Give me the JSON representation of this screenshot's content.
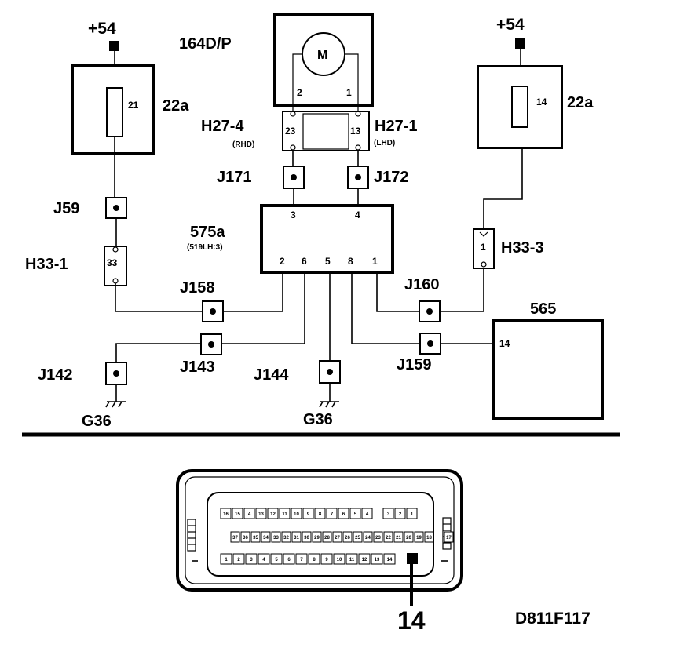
{
  "supply_left": "+54",
  "supply_right": "+54",
  "fusebox_left": {
    "name": "22a",
    "fuse": "21"
  },
  "fusebox_right": {
    "name": "22a",
    "fuse": "14"
  },
  "motor": {
    "name": "164D/P",
    "symbol": "M",
    "pin_left": "2",
    "pin_right": "1"
  },
  "h27_4": {
    "name": "H27-4",
    "note": "(RHD)",
    "cavity": "23"
  },
  "h27_1": {
    "name": "H27-1",
    "note": "(LHD)",
    "cavity": "13"
  },
  "j171": "J171",
  "j172": "J172",
  "j59": "J59",
  "h33_1": {
    "name": "H33-1",
    "cavity": "33"
  },
  "h33_3": {
    "name": "H33-3",
    "cavity": "1"
  },
  "module": {
    "name": "575a",
    "note": "(519LH:3)",
    "pins_top": [
      "3",
      "4"
    ],
    "pins_bottom": [
      "2",
      "6",
      "5",
      "8",
      "1"
    ]
  },
  "j158": "J158",
  "j160": "J160",
  "j143": "J143",
  "j142": "J142",
  "j144": "J144",
  "j159": "J159",
  "ground_left": "G36",
  "ground_center": "G36",
  "unit_565": {
    "name": "565",
    "pin": "14"
  },
  "connector": {
    "row1": [
      "16",
      "15",
      "4",
      "13",
      "12",
      "11",
      "10",
      "9",
      "8",
      "7",
      "6",
      "5",
      "4",
      "3",
      "2",
      "1"
    ],
    "row2": [
      "37",
      "36",
      "35",
      "34",
      "33",
      "32",
      "31",
      "30",
      "29",
      "28",
      "27",
      "26",
      "25",
      "24",
      "23",
      "22",
      "21",
      "20",
      "19",
      "18",
      "17"
    ],
    "row3": [
      "1",
      "2",
      "3",
      "4",
      "5",
      "6",
      "7",
      "8",
      "9",
      "10",
      "11",
      "12",
      "13",
      "14"
    ],
    "callout": "14"
  },
  "figure_code": "D811F117"
}
